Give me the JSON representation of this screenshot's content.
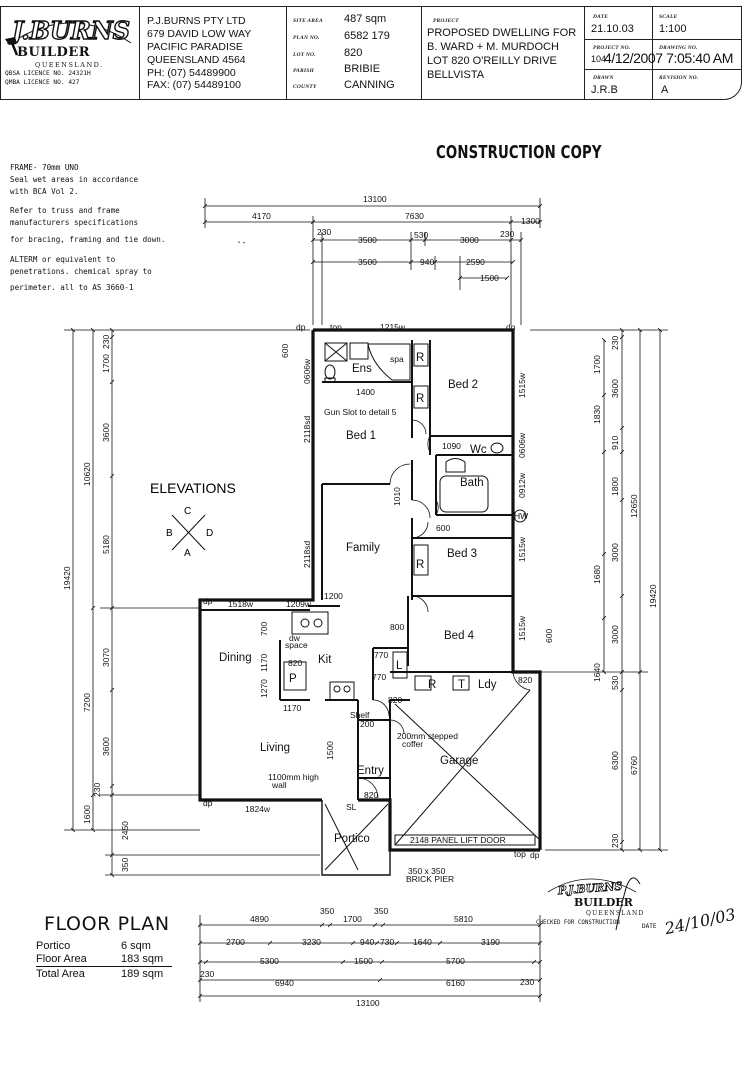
{
  "title_block": {
    "builder_name": "J.BURNS",
    "builder_word": "BUILDER",
    "builder_region": "QUEENSLAND.",
    "licence_qbsa": "QBSA LICENCE NO. 24321H",
    "licence_qmba": "QMBA LICENCE NO. 427",
    "company": "P.J.BURNS PTY LTD",
    "address_line1": "679 DAVID LOW WAY",
    "address_line2": "PACIFIC PARADISE",
    "address_line3": "QUEENSLAND 4564",
    "phone": "PH:  (07) 54489900",
    "fax": "FAX: (07) 54489100",
    "site_area_caption": "SITE AREA",
    "site_area": "487 sqm",
    "plan_no_caption": "PLAN NO.",
    "plan_no": "6582 179",
    "lot_no_caption": "LOT NO.",
    "lot_no": "820",
    "parish_caption": "PARISH",
    "parish": "BRIBIE",
    "county_caption": "COUNTY",
    "county": "CANNING",
    "project_caption": "PROJECT",
    "project_line1": "PROPOSED DWELLING FOR",
    "project_line2": "B. WARD + M. MURDOCH",
    "project_line3": "LOT 820 O'REILLY DRIVE",
    "project_line4": "BELLVISTA",
    "date_caption": "DATE",
    "date": "21.10.03",
    "scale_caption": "SCALE",
    "scale": "1:100",
    "project_no_caption": "PROJECT NO.",
    "project_no": "104",
    "drawing_no_caption": "DRAWING NO.",
    "drawn_caption": "DRAWN",
    "drawn": "J.R.B",
    "revision_caption": "REVISION NO.",
    "revision": "A",
    "fax_stamp": "4/12/2007 7:05:40 AM"
  },
  "stamp_top": "CONSTRUCTION COPY",
  "notes": [
    "FRAME- 70mm UNO",
    "Seal wet areas in accordance",
    "with BCA Vol 2.",
    "Refer to truss and frame",
    "manufacturers specifications",
    "for bracing, framing and tie down.",
    "ALTERM or equivalent to",
    "penetrations. chemical spray to",
    "perimeter. all to AS 3660-1"
  ],
  "elevations": {
    "label": "ELEVATIONS",
    "a": "A",
    "b": "B",
    "c": "C",
    "d": "D"
  },
  "rooms": {
    "ens": "Ens",
    "spa": "spa",
    "bed2": "Bed 2",
    "bed1": "Bed 1",
    "wc": "Wc",
    "bath": "Bath",
    "family": "Family",
    "bed3": "Bed 3",
    "bed4": "Bed 4",
    "dining": "Dining",
    "kit": "Kit",
    "ldy": "Ldy",
    "living": "Living",
    "garage": "Garage",
    "entry": "Entry",
    "portico": "Portico",
    "shelf": "Shelf",
    "dw_space": "dw\nspace",
    "p": "P",
    "r": "R",
    "l": "L",
    "t": "T",
    "hw": "HW",
    "sl": "SL"
  },
  "labels": {
    "top_left": "top",
    "top_right": "top",
    "gun_slot": "Gun Slot to detail 5",
    "coffer_line1": "200mm stepped",
    "coffer_line2": "coffer",
    "high_wall_line1": "1100mm high",
    "high_wall_line2": "wall",
    "panel_lift": "2148 PANEL LIFT DOOR",
    "brick_pier_line1": "350 x 350",
    "brick_pier_line2": "BRICK PIER",
    "dp": "dp"
  },
  "windows": {
    "w1215": "1215w",
    "w0606_ens": "0606w",
    "w1515_bed2": "1515w",
    "w0606_wc": "0606w",
    "w0912": "0912w",
    "w1515_bed3": "1515w",
    "w1515_bed4": "1515w",
    "w1518": "1518w",
    "w1209": "1209w",
    "w1824": "1824w",
    "d2118_bed1": "2118sd",
    "d2118_family": "2118sd"
  },
  "interior_dims": {
    "d600_top": "600",
    "d1400": "1400",
    "d1090": "1090",
    "d1010": "1010",
    "d600_bath": "600",
    "d1200": "1200",
    "d800": "800",
    "d770a": "770",
    "d770b": "770",
    "d820a": "820",
    "d820b": "820",
    "d820c": "820",
    "d820d": "820",
    "d1170a": "1170",
    "d1170b": "1170",
    "d1270": "1270",
    "d700": "700",
    "d200": "200",
    "d1500": "1500",
    "d600_right": "600"
  },
  "top_dims": {
    "overall": "13100",
    "r1": [
      "4170",
      "7630",
      "1300"
    ],
    "r2": [
      "230",
      "3500",
      "530",
      "3000",
      "230"
    ],
    "r3": [
      "3500",
      "940",
      "2590"
    ],
    "r4": [
      "1500"
    ]
  },
  "left_dims": {
    "overall": "19420",
    "mid": [
      "10620",
      "7200",
      "1600"
    ],
    "fine": [
      "230",
      "1700",
      "3600",
      "5180",
      "3070",
      "3600",
      "230",
      "2450",
      "350"
    ]
  },
  "right_dims": {
    "overall": "19420",
    "mid": [
      "12650",
      "6760"
    ],
    "fine1": [
      "230",
      "3600",
      "910",
      "1800",
      "3000",
      "3000",
      "530",
      "6300",
      "230"
    ],
    "fine2": [
      "1700",
      "1830",
      "1680",
      "1640"
    ]
  },
  "bottom_dims": {
    "r1": [
      "4890",
      "350",
      "1700",
      "350",
      "5810"
    ],
    "r2": [
      "2700",
      "3230",
      "940",
      "730",
      "1640",
      "3190"
    ],
    "r3": [
      "230",
      "5300",
      "1500",
      "5700",
      "230"
    ],
    "r4": [
      "6940",
      "6160"
    ],
    "overall": "13100"
  },
  "floor_plan": {
    "title": "FLOOR PLAN",
    "rows": [
      {
        "label": "Portico",
        "value": "6 sqm"
      },
      {
        "label": "Floor Area",
        "value": "183 sqm"
      },
      {
        "label": "Total Area",
        "value": "189 sqm"
      }
    ]
  },
  "check_stamp": {
    "name": "P.J.BURNS",
    "builder": "BUILDER",
    "region": "QUEENSLAND",
    "checked": "CHECKED FOR CONSTRUCTION",
    "date_caption": "DATE",
    "date_hand": "24/10/03"
  }
}
